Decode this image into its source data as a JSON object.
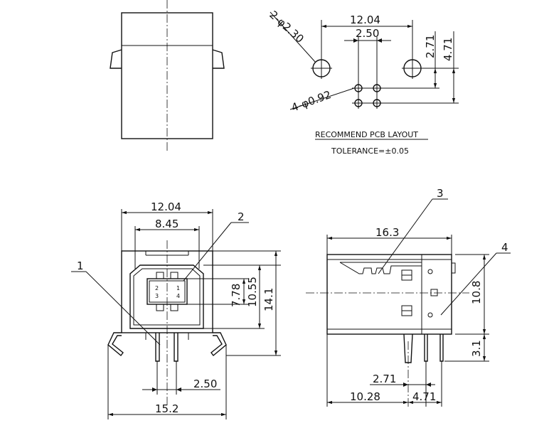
{
  "pcb_layout": {
    "title": "RECOMMEND PCB LAYOUT",
    "tolerance": "TOLERANCE=±0.05",
    "hole_large": "2-φ2.30",
    "hole_small": "4-φ0.92",
    "dim_width": "12.04",
    "dim_pitch": "2.50",
    "dim_v1": "2.71",
    "dim_v2": "4.71"
  },
  "front_view": {
    "dim_top_width": "12.04",
    "dim_inner_width": "8.45",
    "dim_h1": "7.78",
    "dim_h2": "10.55",
    "dim_h3": "14.1",
    "dim_pitch": "2.50",
    "dim_base": "15.2",
    "pins": [
      "1",
      "2",
      "3",
      "4"
    ],
    "callout_1": "1",
    "callout_2": "2"
  },
  "side_view": {
    "dim_length": "16.3",
    "dim_height": "10.8",
    "dim_pin": "3.1",
    "dim_a": "2.71",
    "dim_b": "10.28",
    "dim_c": "4.71",
    "callout_3": "3",
    "callout_4": "4"
  }
}
